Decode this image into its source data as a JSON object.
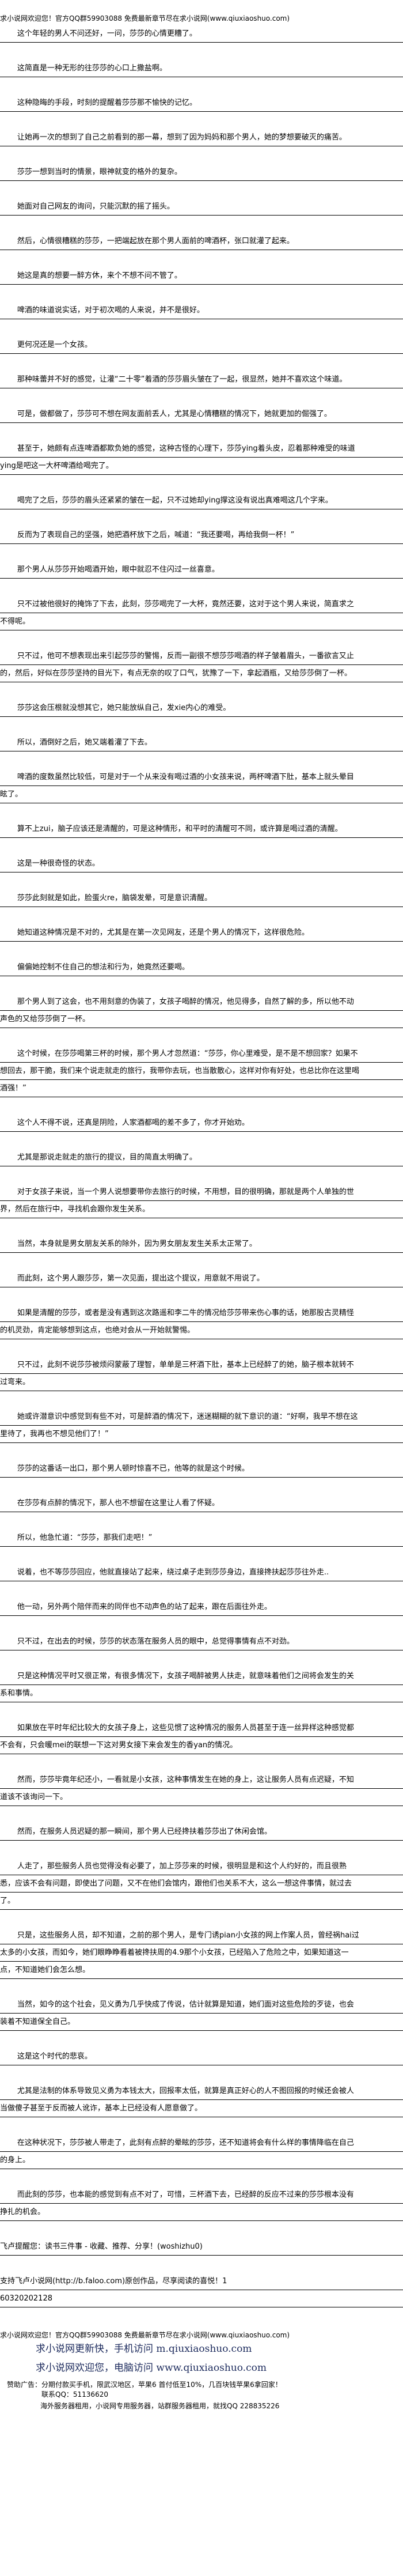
{
  "header": {
    "banner": "求小说网欢迎您！官方QQ群59903088 免费最新章节尽在求小说网(www.qiuxiaoshuo.com)"
  },
  "paragraphs": [
    "这个年轻的男人不问还好，一问，莎莎的心情更糟了。",
    "这简直是一种无形的往莎莎的心口上撒盐啊。",
    "这种隐晦的手段，时刻的提醒着莎莎那不愉快的记忆。",
    "让她再一次的想到了自己之前看到的那一幕，想到了因为妈妈和那个男人，她的梦想要破灭的痛苦。",
    "莎莎一想到当时的情景，眼神就变的格外的复杂。",
    "她面对自己网友的询问，只能沉默的摇了摇头。",
    "然后，心情很糟糕的莎莎，一把端起放在那个男人面前的啤酒杯，张口就灌了起来。",
    "她这是真的想要一醉方休，来个不想不问不管了。",
    "啤酒的味道说实话，对于初次喝的人来说，并不是很好。",
    "更何况还是一个女孩。",
    "那种味蕾并不好的感觉，让灌“二十零”着酒的莎莎眉头皱在了一起，很显然，她并不喜欢这个味道。",
    "可是，做都做了，莎莎可不想在网友面前丢人，尤其是心情糟糕的情况下，她就更加的倔强了。",
    "甚至于，她颇有点连啤酒都欺负她的感觉，这种古怪的心理下，莎莎ying着头皮，忍着那种难受的味道ying是吧这一大杯啤酒给喝完了。",
    "喝完了之后，莎莎的眉头还紧紧的皱在一起，只不过她却ying撑这没有说出真难喝这几个字来。",
    "反而为了表现自己的坚强，她把酒杯放下之后，喊道：“我还要喝，再给我倒一杯！”",
    "那个男人从莎莎开始喝酒开始，眼中就忍不住闪过一丝喜意。",
    "只不过被他很好的掩饰了下去，此刻，莎莎喝完了一大杯，竟然还要，这对于这个男人来说，简直求之不得呢。",
    "只不过，他可不想表现出来引起莎莎的警惕，反而一副很不想莎莎喝酒的样子皱着眉头，一番欲言又止的，然后，好似在莎莎坚持的目光下，有点无奈的叹了口气，犹豫了一下，拿起酒瓶，又给莎莎倒了一杯。",
    "莎莎这会压根就没想其它，她只能放纵自己，发xie内心的难受。",
    "所以，酒倒好之后，她又端着灌了下去。",
    "啤酒的度数虽然比较低，可是对于一个从来没有喝过酒的小女孩来说，两杯啤酒下肚，基本上就头晕目眩了。",
    "算不上zui，脑子应该还是清醒的，可是这种情形，和平时的清醒可不同，或许算是喝过酒的清醒。",
    "这是一种很奇怪的状态。",
    "莎莎此刻就是如此，脸蛋火re，脑袋发晕，可是意识清醒。",
    "她知道这种情况是不对的，尤其是在第一次见网友，还是个男人的情况下，这样很危险。",
    "偏偏她控制不住自己的想法和行为，她竟然还要喝。",
    "那个男人到了这会，也不用刻意的伪装了，女孩子喝醉的情况，他见得多，自然了解的多，所以他不动声色的又给莎莎倒了一杯。",
    "这个时候，在莎莎喝第三杯的时候，那个男人才忽然道：“莎莎，你心里难受，是不是不想回家？如果不想回去，那干脆，我们来个说走就走的旅行，我带你去玩，也当散散心，这样对你有好处，也总比你在这里喝酒强！”",
    "这个人不得不说，还真是阴险，人家酒都喝的差不多了，你才开始劝。",
    "尤其是那说走就走的旅行的提议，目的简直太明确了。",
    "对于女孩子来说，当一个男人说想要带你去旅行的时候，不用想，目的很明确，那就是两个人单独的世界，然后在旅行中，寻找机会跟你发生关系。",
    "当然，本身就是男女朋友关系的除外，因为男女朋友发生关系太正常了。",
    "而此刻，这个男人跟莎莎，第一次见面，提出这个提议，用意就不用说了。",
    "如果是清醒的莎莎，或者是没有遇到这次路遥和李二牛的情况给莎莎带来伤心事的话，她那股古灵精怪的机灵劲，肯定能够想到这点，也绝对会从一开始就警惕。",
    "只不过，此刻不说莎莎被烦闷蒙蔽了理智，单单是三杯酒下肚，基本上已经醉了的她，脑子根本就转不过弯来。",
    "她或许潜意识中感觉到有些不对，可是醉酒的情况下，迷迷糊糊的就下意识的道：“好啊，我早不想在这里待了，我再也不想见他们了！”",
    "莎莎的这番话一出口，那个男人顿时惊喜不已，他等的就是这个时候。",
    "在莎莎有点醉的情况下，那人也不想留在这里让人看了怀疑。",
    "所以，他急忙道：“莎莎，那我们走吧！”",
    "说着，也不等莎莎回应，他就直接站了起来，绕过桌子走到莎莎身边，直接搀扶起莎莎往外走..",
    "他一动，另外两个陪伴而来的同伴也不动声色的站了起来，跟在后面往外走。",
    "只不过，在出去的时候，莎莎的状态落在服务人员的眼中，总觉得事情有点不对劲。",
    "只是这种情况平时又很正常，有很多情况下，女孩子喝醉被男人扶走，就意味着他们之间将会发生的关系和事情。",
    "如果放在平时年纪比较大的女孩子身上，这些见惯了这种情况的服务人员甚至于连一丝异样这种感觉都不会有，只会暖mei的联想一下这对男女接下来会发生的香yan的情况。",
    "然而，莎莎毕竟年纪还小，一看就是小女孩，这种事情发生在她的身上，这让服务人员有点迟疑，不知道该不该询问一下。",
    "然而，在服务人员迟疑的那一瞬间，那个男人已经搀扶着莎莎出了休闲会馆。",
    "人走了，那些服务人员也觉得没有必要了，加上莎莎来的时候，很明显是和这个人约好的，而且很熟悉，应该不会有问题，即使出了问题，又不在他们会馆内，跟他们也关系不大，这么一想这件事情，就过去了。",
    "只是，这些服务人员，却不知道，之前的那个男人，是专门诱pian小女孩的网上作案人员，曾经祸hai过太多的小女孩，而如今，她们眼睁睁看着被搀扶周的4.9那个小女孩，已经陷入了危险之中，如果知道这一点，不知道她们会怎么想。",
    "当然，如今的这个社会，见义勇为几乎快成了传说，估计就算是知道，她们面对这些危险的歹徒，也会装着不知道保全自己。",
    "这是这个时代的悲哀。",
    "尤其是法制的体系导致见义勇为本钱太大，回报率太低，就算是真正好心的人不图回报的时候还会被人当做傻子甚至于反而被人讹诈，基本上已经没有人愿意做了。",
    "在这种状况下，莎莎被人带走了，此刻有点醉的晕眩的莎莎，还不知道将会有什么样的事情降临在自己的身上。",
    "而此刻的莎莎，也本能的感觉到有点不对了，可惜，三杯酒下去，已经醉的反应不过来的莎莎根本没有挣扎的机会。"
  ],
  "notes": [
    "飞卢提醒您：读书三件事 - 收藏、推荐、分享！(woshizhu0)",
    "支持飞卢小说网(http://b.faloo.com)原创作品，尽享阅读的喜悦！1",
    "60320202128"
  ],
  "footer": {
    "banner": "求小说网欢迎您！官方QQ群59903088 免费最新章节尽在求小说网(www.qiuxiaoshuo.com)",
    "mobile_promo": "求小说网更新快，手机访问 m.qiuxiaoshuo.com",
    "pc_promo": "求小说网欢迎您，电脑访问 www.qiuxiaoshuo.com",
    "ad_line": "赞助广告：分期付款买手机，限武汉地区，苹果6 首付低至10%，几百块钱苹果6拿回家！",
    "ad_contact": "联系QQ：51136620",
    "server_ad": "海外服务器租用，小说网专用服务器，站群服务器租用，就找QQ 228835226"
  }
}
